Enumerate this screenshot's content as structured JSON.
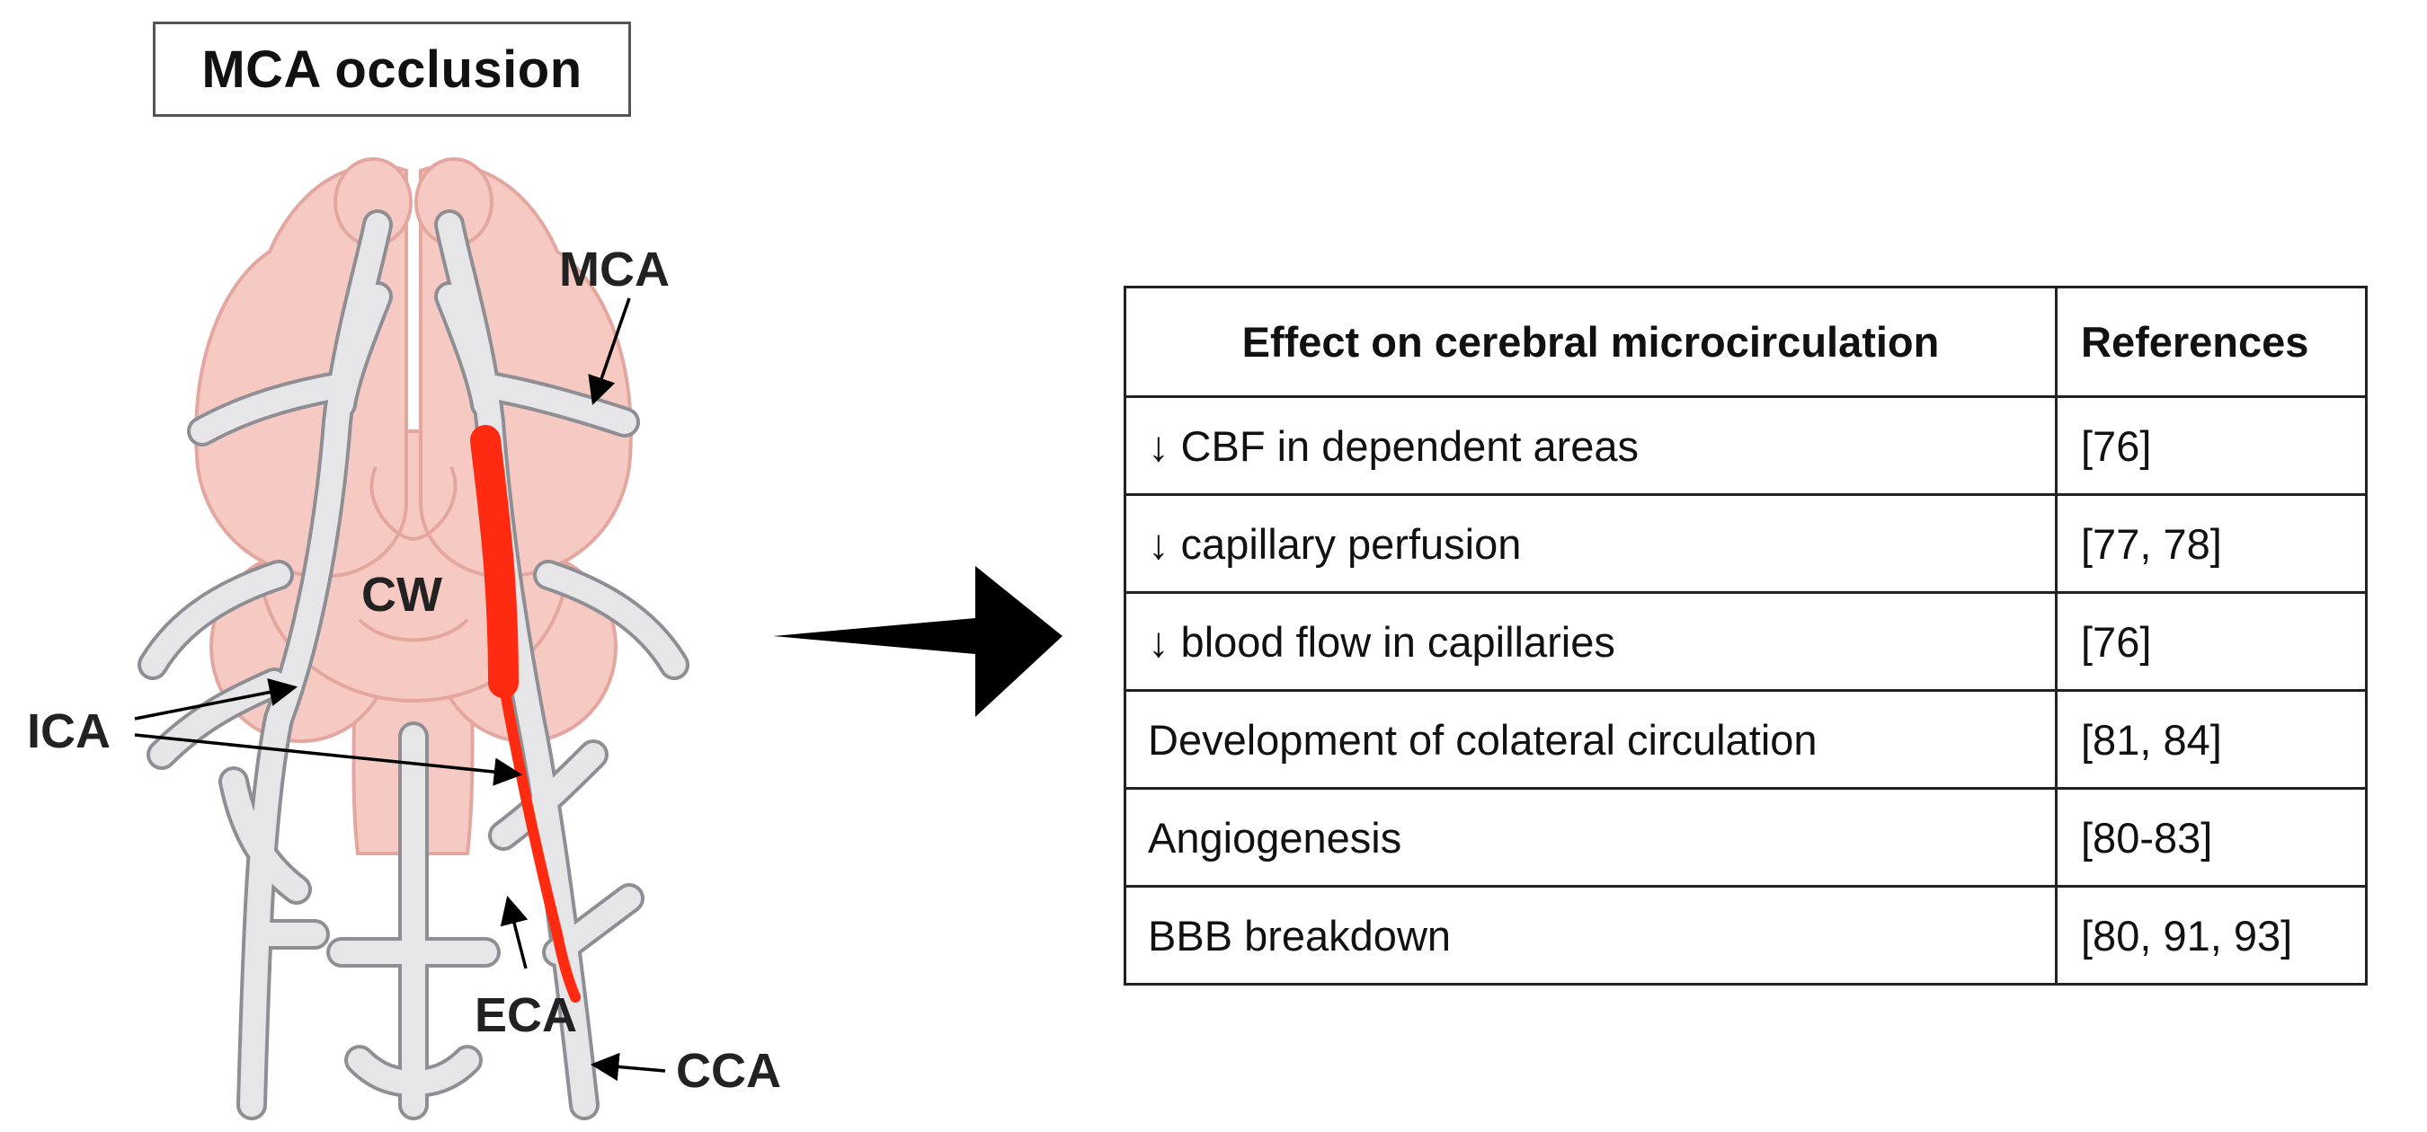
{
  "figure": {
    "title": "MCA occlusion",
    "labels": {
      "mca": "MCA",
      "cw": "CW",
      "ica": "ICA",
      "eca": "ECA",
      "cca": "CCA"
    },
    "colors": {
      "brain_fill": "#f6c9c3",
      "brain_stroke": "#e3a79f",
      "vessel_fill": "#e6e6e9",
      "vessel_stroke": "#8e8e94",
      "occlusion": "#ff2a0f",
      "arrow": "#000000"
    },
    "icons": [
      "brain-illustration",
      "arrow-right-icon"
    ]
  },
  "table": {
    "headers": [
      "Effect on cerebral microcirculation",
      "References"
    ],
    "rows": [
      {
        "effect": "↓ CBF in dependent areas",
        "refs": "[76]"
      },
      {
        "effect": "↓ capillary perfusion",
        "refs": "[77, 78]"
      },
      {
        "effect": "↓ blood flow in capillaries",
        "refs": "[76]"
      },
      {
        "effect": "Development of colateral circulation",
        "refs": "[81, 84]"
      },
      {
        "effect": "Angiogenesis",
        "refs": "[80-83]"
      },
      {
        "effect": "BBB breakdown",
        "refs": "[80, 91, 93]"
      }
    ]
  }
}
